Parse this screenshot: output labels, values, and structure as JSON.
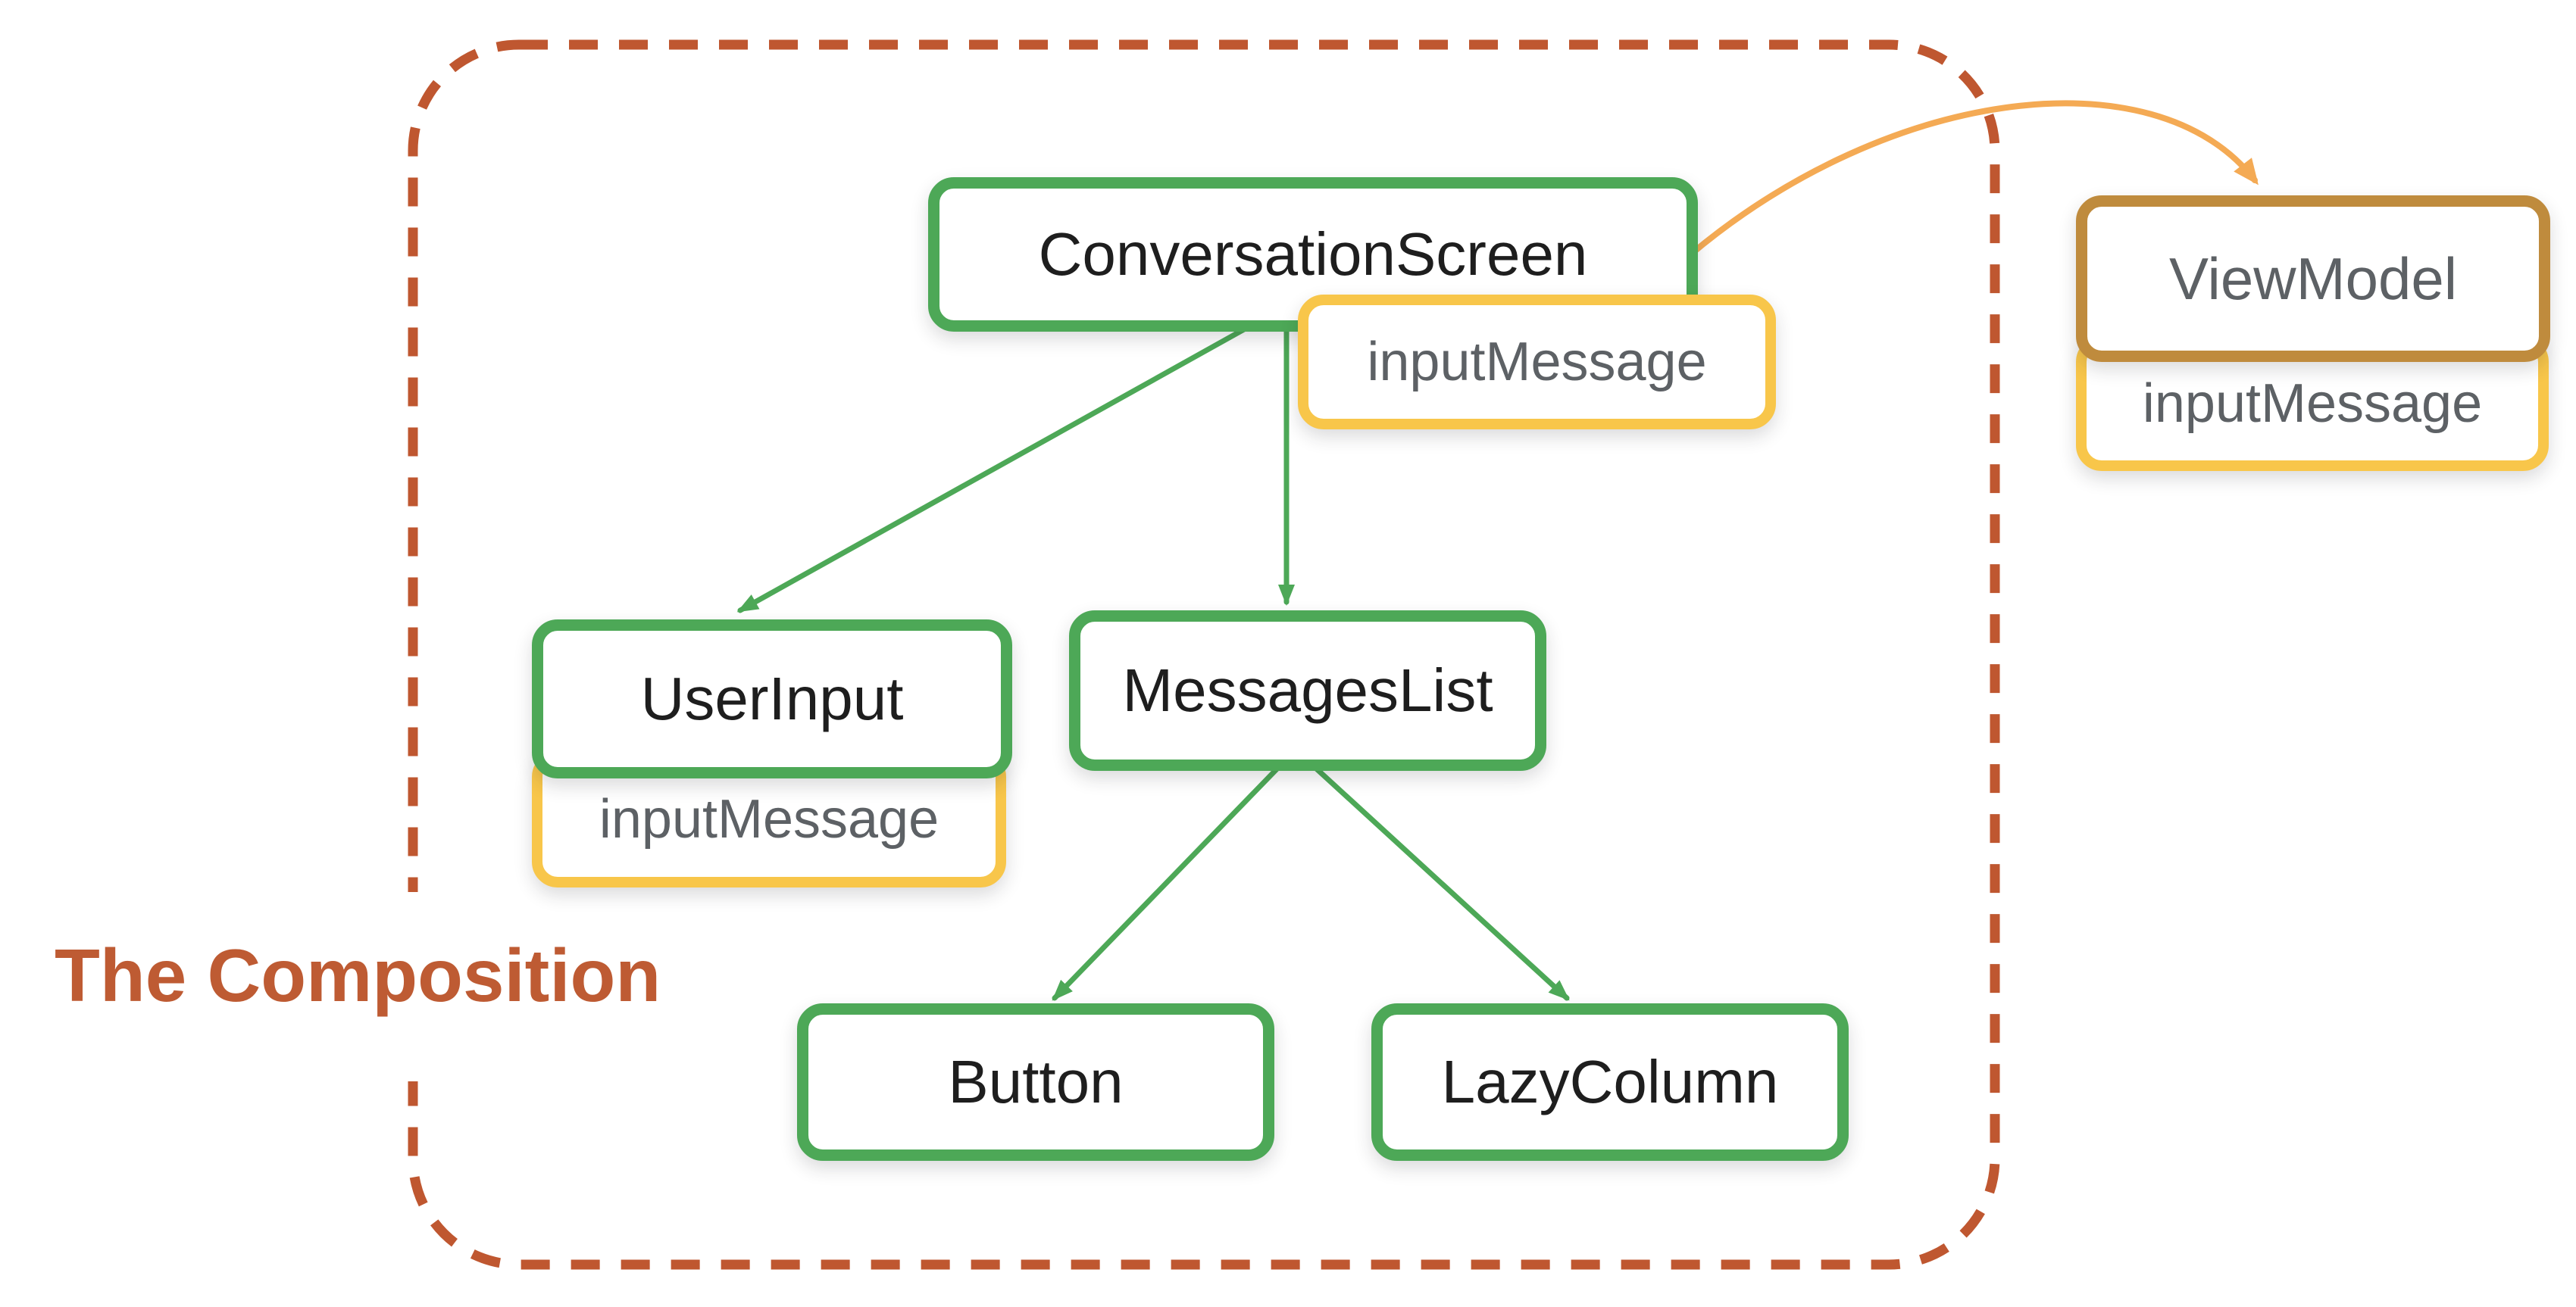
{
  "title": {
    "text": "The Composition",
    "color": "#BE5B33"
  },
  "boundary": {
    "description": "dashed rounded rectangle enclosing the composition tree",
    "color": "#BF5730"
  },
  "nodes": {
    "conversation_screen": {
      "label": "ConversationScreen",
      "border_color": "#4DA857",
      "text_color": "#1E1E1E"
    },
    "conversation_screen_state": {
      "label": "inputMessage",
      "border_color": "#F8C64A",
      "text_color": "#5D6165"
    },
    "user_input": {
      "label": "UserInput",
      "border_color": "#4DA857",
      "text_color": "#1E1E1E"
    },
    "user_input_state": {
      "label": "inputMessage",
      "border_color": "#F8C64A",
      "text_color": "#5D6165"
    },
    "messages_list": {
      "label": "MessagesList",
      "border_color": "#4DA857",
      "text_color": "#1E1E1E"
    },
    "button": {
      "label": "Button",
      "border_color": "#4DA857",
      "text_color": "#1E1E1E"
    },
    "lazy_column": {
      "label": "LazyColumn",
      "border_color": "#4DA857",
      "text_color": "#1E1E1E"
    },
    "view_model": {
      "label": "ViewModel",
      "border_color": "#BF8B3D",
      "text_color": "#5D6165"
    },
    "view_model_state": {
      "label": "inputMessage",
      "border_color": "#F8C64A",
      "text_color": "#5D6165"
    }
  },
  "edges": [
    {
      "from": "ConversationScreen",
      "to": "UserInput",
      "color": "#4DA857",
      "style": "straight-arrow"
    },
    {
      "from": "ConversationScreen",
      "to": "MessagesList",
      "color": "#4DA857",
      "style": "straight-arrow"
    },
    {
      "from": "MessagesList",
      "to": "Button",
      "color": "#4DA857",
      "style": "straight-arrow"
    },
    {
      "from": "MessagesList",
      "to": "LazyColumn",
      "color": "#4DA857",
      "style": "straight-arrow"
    },
    {
      "from": "ConversationScreen",
      "to": "ViewModel",
      "color": "#F4AA54",
      "style": "curved-arrow"
    }
  ]
}
